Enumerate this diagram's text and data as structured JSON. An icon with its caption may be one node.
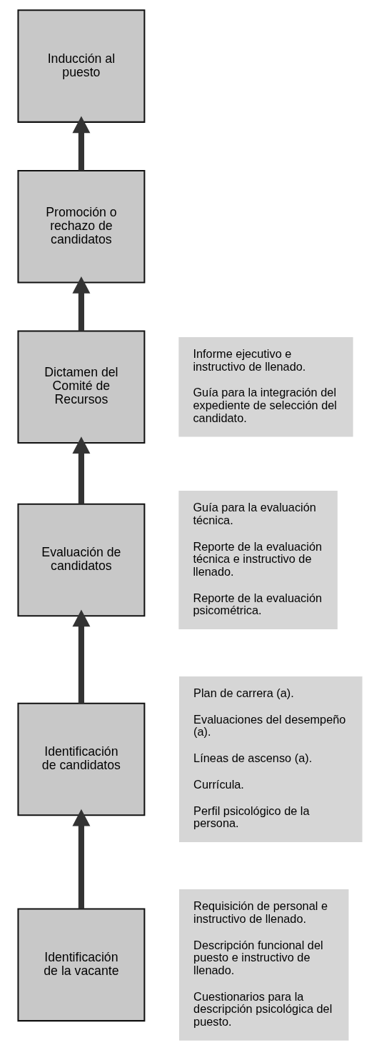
{
  "diagram": {
    "nodes": [
      {
        "text": [
          "Identificación de la vacante"
        ]
      },
      {
        "text": [
          "Identificación de candidatos"
        ]
      },
      {
        "text": [
          "Evaluación de candidatos"
        ]
      },
      {
        "text": [
          "Dictamen del Comité de Recursos"
        ]
      },
      {
        "text": [
          "Promoción o rechazo de candidatos"
        ]
      },
      {
        "text": [
          "Inducción al puesto"
        ]
      },
      {
        "text": [
          "Requisición de personal e instructivo de llenado.",
          "Descripción funcional del puesto e instructivo de llenado.",
          "Cuestionarios para la descripción psicológica del puesto."
        ]
      },
      {
        "text": [
          "Plan de carrera (a).",
          "Evaluaciones del desempeño (a).",
          "Líneas de ascenso (a).",
          "Currícula.",
          "Perfil psicológico de la persona."
        ]
      },
      {
        "text": [
          "Guía para la evaluación técnica.",
          "Reporte de la evaluación técnica e instructivo de llenado.",
          "Reporte de la evaluación psicométrica."
        ]
      },
      {
        "text": [
          "Informe ejecutivo e instructivo de llenado.",
          "Guía para la integración del expediente de selección del candidato."
        ]
      }
    ],
    "edges": [
      {
        "from": 0,
        "to": 1,
        "arrow": "to"
      },
      {
        "from": 1,
        "to": 2,
        "arrow": "to"
      },
      {
        "from": 2,
        "to": 3,
        "arrow": "to"
      },
      {
        "from": 3,
        "to": 4,
        "arrow": "to"
      },
      {
        "from": 4,
        "to": 5,
        "arrow": "to"
      }
    ]
  }
}
